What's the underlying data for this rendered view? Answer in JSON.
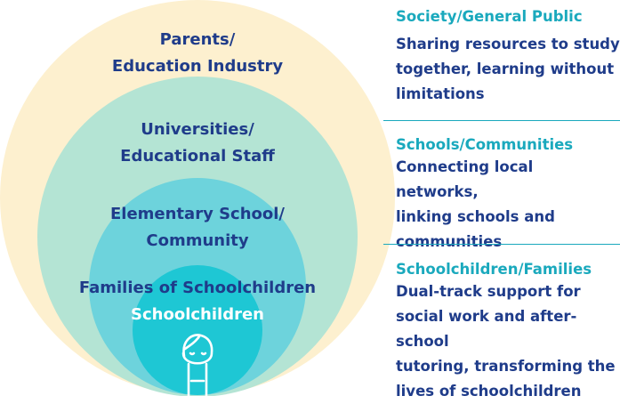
{
  "rings": {
    "outer": [
      "Parents/",
      "Education Industry"
    ],
    "second": [
      "Universities/",
      "Educational Staff"
    ],
    "third": [
      "Elementary School/",
      "Community"
    ],
    "fourth": "Families of Schoolchildren",
    "inner": "Schoolchildren",
    "icon": "child-face-icon"
  },
  "colors": {
    "outer": "#fdf0cf",
    "second": "#b4e4d4",
    "third": "#6dd3dc",
    "inner": "#1ec7d4",
    "accent": "#1aa9bd",
    "text": "#1f3c8a"
  },
  "blocks": [
    {
      "title": "Society/General Public",
      "desc": [
        "Sharing resources to study",
        "together, learning without",
        "limitations"
      ]
    },
    {
      "title": "Schools/Communities",
      "desc": [
        "Connecting local networks,",
        "linking schools and",
        "communities"
      ]
    },
    {
      "title": "Schoolchildren/Families",
      "desc": [
        "Dual-track support for",
        "social work and after-school",
        "tutoring, transforming the",
        "lives of schoolchildren"
      ]
    }
  ]
}
